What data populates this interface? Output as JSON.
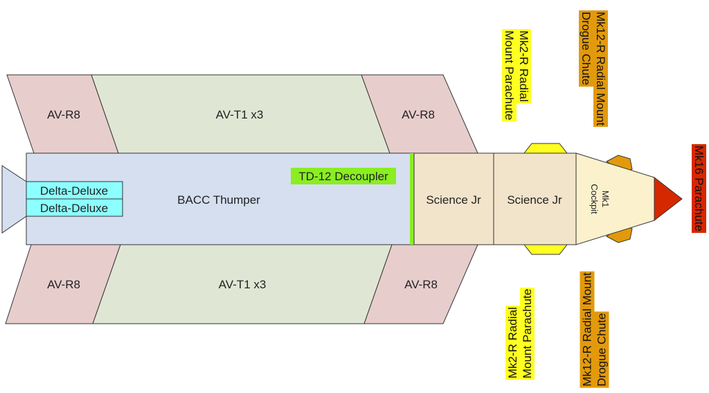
{
  "parts": {
    "fin_left": "AV-R8",
    "fin_middle": "AV-T1 x3",
    "fin_right": "AV-R8",
    "tank": "BACC Thumper",
    "engine_1": "Delta-Deluxe",
    "engine_2": "Delta-Deluxe",
    "decoupler": "TD-12 Decoupler",
    "science_1": "Science Jr",
    "science_2": "Science Jr",
    "cockpit_line1": "Mk1",
    "cockpit_line2": "Cockpit",
    "nose_parachute": "Mk16 Parachute"
  },
  "labels": {
    "radial_parachute_line1": "Mk2-R Radial",
    "radial_parachute_line2": "Mount Parachute",
    "drogue_line1": "Mk12-R Radial Mount",
    "drogue_line2": "Drogue Chute"
  },
  "colors": {
    "fin_pink": "#e8cdcd",
    "fin_green": "#dfe7d4",
    "tank": "#d5dff0",
    "engine": "#8cffff",
    "decoupler": "#8aee22",
    "science": "#f2e4ca",
    "cockpit": "#fbf1cd",
    "nose": "#d62800",
    "radial_parachute": "#ffff22",
    "drogue": "#e29a0c"
  }
}
